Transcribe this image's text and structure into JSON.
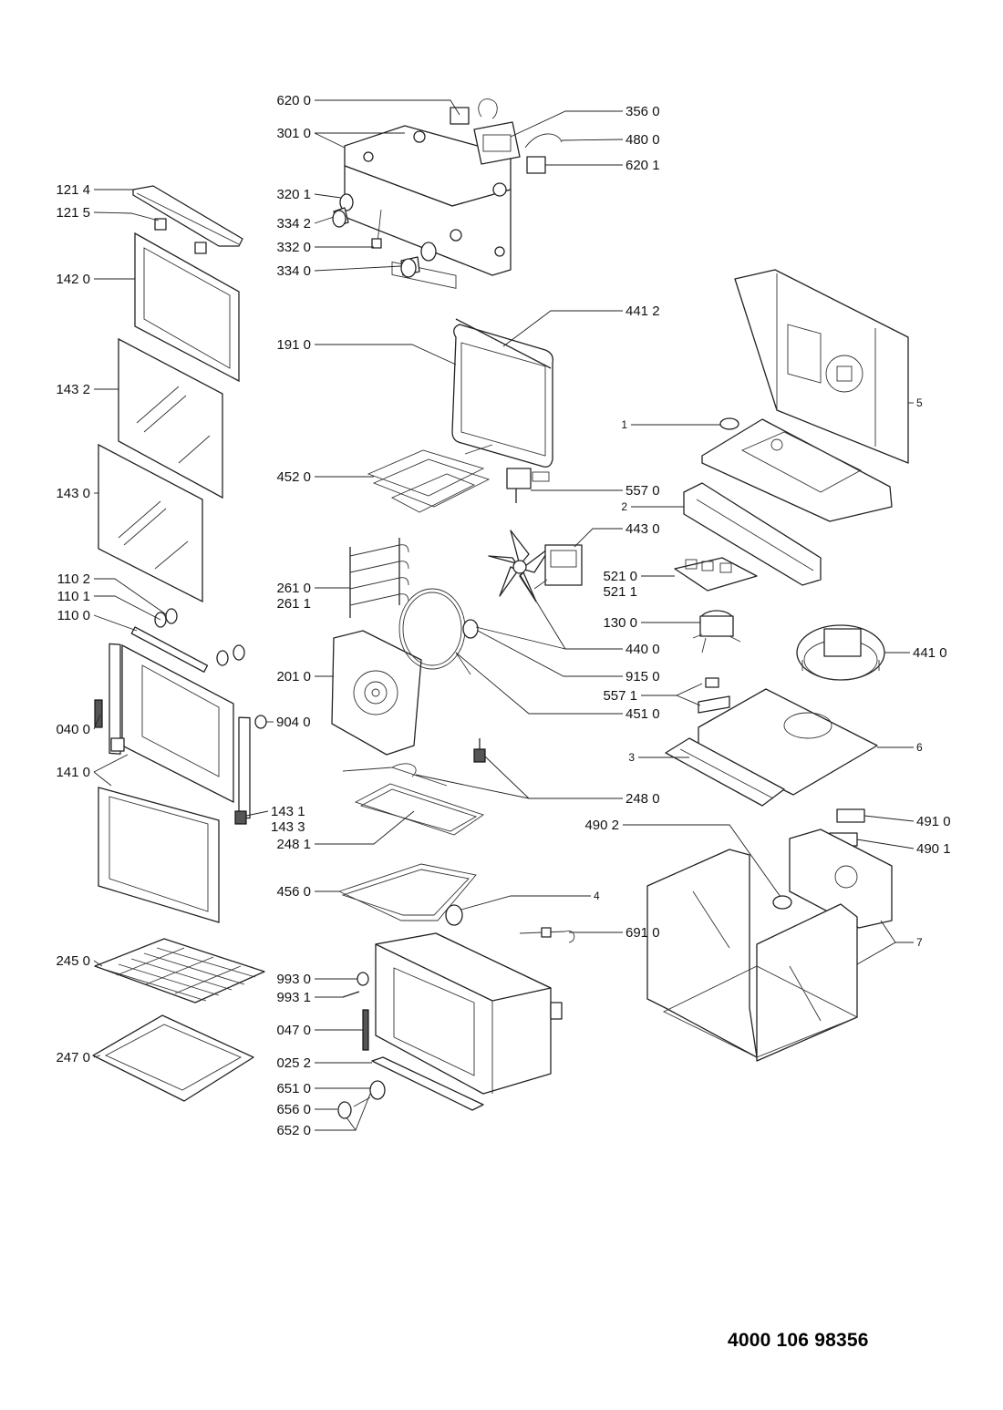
{
  "document_number": "4000 106 98356",
  "labels": {
    "l6200": "620 0",
    "l3560": "356 0",
    "l3010": "301 0",
    "l4800": "480 0",
    "l6201": "620 1",
    "l1214": "121 4",
    "l3201": "320 1",
    "l1215": "121 5",
    "l3342": "334 2",
    "l3320": "332 0",
    "l1420": "142 0",
    "l3340": "334 0",
    "l4412": "441 2",
    "l1910": "191 0",
    "l1432": "143 2",
    "l5": "5",
    "l1": "1",
    "l4520": "452 0",
    "l5570": "557 0",
    "l1430": "143 0",
    "l2": "2",
    "l4430": "443 0",
    "l1102": "110 2",
    "l2610": "261 0",
    "l5210": "521 0",
    "l2611": "261 1",
    "l5211": "521 1",
    "l1101": "110 1",
    "l1100": "110 0",
    "l1300": "130 0",
    "l4400": "440 0",
    "l4410": "441 0",
    "l2010": "201 0",
    "l9150": "915 0",
    "l5571": "557 1",
    "l4510": "451 0",
    "l0400": "040 0",
    "l9040": "904 0",
    "l3": "3",
    "l6": "6",
    "l1410": "141 0",
    "l2480": "248 0",
    "l1431": "143 1",
    "l1433": "143 3",
    "l4902": "490 2",
    "l4910": "491 0",
    "l2481": "248 1",
    "l4901": "490 1",
    "l4560": "456 0",
    "l4": "4",
    "l6910": "691 0",
    "l7": "7",
    "l2450": "245 0",
    "l9930": "993 0",
    "l9931": "993 1",
    "l0470": "047 0",
    "l2470": "247 0",
    "l0252": "025 2",
    "l6510": "651 0",
    "l6560": "656 0",
    "l6520": "652 0"
  }
}
